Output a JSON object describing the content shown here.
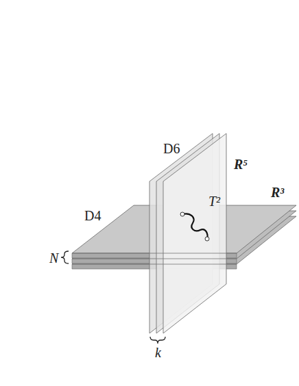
{
  "diagram": {
    "labels": [
      "D6",
      "R⁵",
      "D4",
      "T²",
      "R³",
      "N",
      "k"
    ]
  }
}
